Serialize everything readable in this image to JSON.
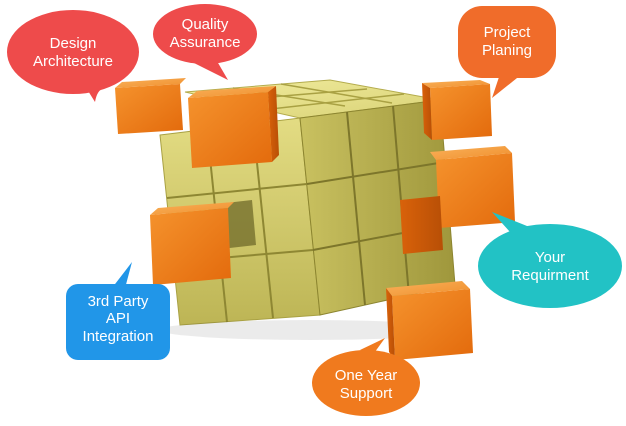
{
  "colors": {
    "background": "#ffffff",
    "red_bubble": "#ee4b4b",
    "orange_bubble": "#f06c2a",
    "blue_bubble": "#2196e8",
    "teal_bubble": "#22c2c5",
    "yellow_cube": "#d6cf6e",
    "orange_cube": "#ef7a16"
  },
  "bubbles": {
    "design": {
      "lines": [
        "Design",
        "Architecture"
      ]
    },
    "quality": {
      "lines": [
        "Quality",
        "Assurance"
      ]
    },
    "project": {
      "lines": [
        "Project",
        "Planing"
      ]
    },
    "requirement": {
      "lines": [
        "Your",
        "Requirment"
      ]
    },
    "api": {
      "lines": [
        "3rd Party",
        "API",
        "Integration"
      ]
    },
    "support": {
      "lines": [
        "One Year",
        "Support"
      ]
    }
  }
}
